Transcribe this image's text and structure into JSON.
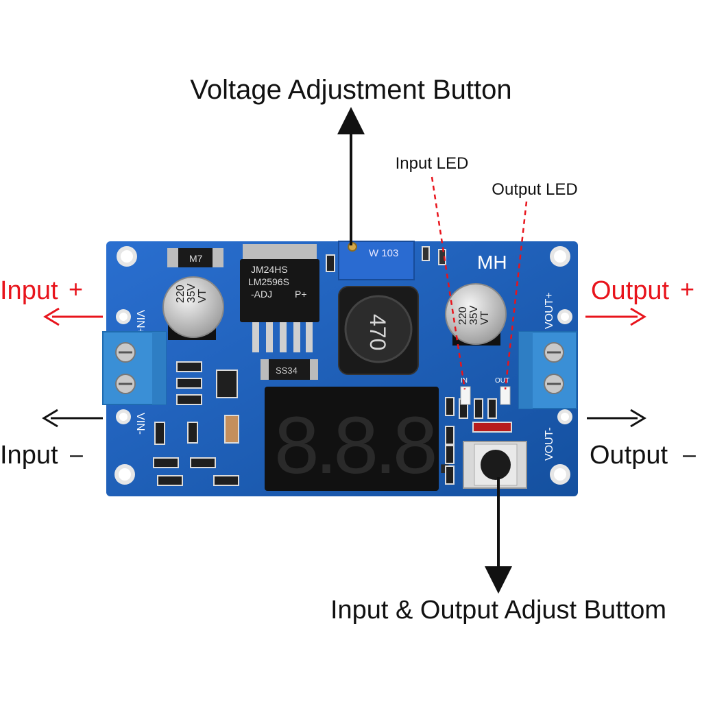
{
  "labels": {
    "voltage_adjust": "Voltage Adjustment Button",
    "input_led": "Input LED",
    "output_led": "Output LED",
    "input_plus": "Input",
    "input_minus": "Input",
    "output_plus": "Output",
    "output_minus": "Output",
    "io_adjust": "Input & Output Adjust Buttom",
    "plus_sign": "+",
    "minus_sign": "–"
  },
  "board": {
    "vin_plus": "VIN+",
    "vin_minus": "VIN-",
    "vout_plus": "VOUT+",
    "vout_minus": "VOUT-",
    "brand": "MH",
    "diode_mark": "M7",
    "pot_mark": "W 103",
    "ic_line1": "JM24HS",
    "ic_line2": "LM2596S",
    "ic_line3": "-ADJ",
    "ic_line4": "P+",
    "cap_value": "220",
    "cap_voltage": "35V",
    "cap_series": "VT",
    "inductor_mark": "470",
    "schottky_mark": "SS34",
    "led_in": "IN",
    "led_out": "OUT",
    "display": "8.8.8."
  },
  "colors": {
    "pcb": "#1d5fbf",
    "label_red": "#e8141c",
    "label_black": "#111111",
    "terminal": "#3a8fd6"
  }
}
